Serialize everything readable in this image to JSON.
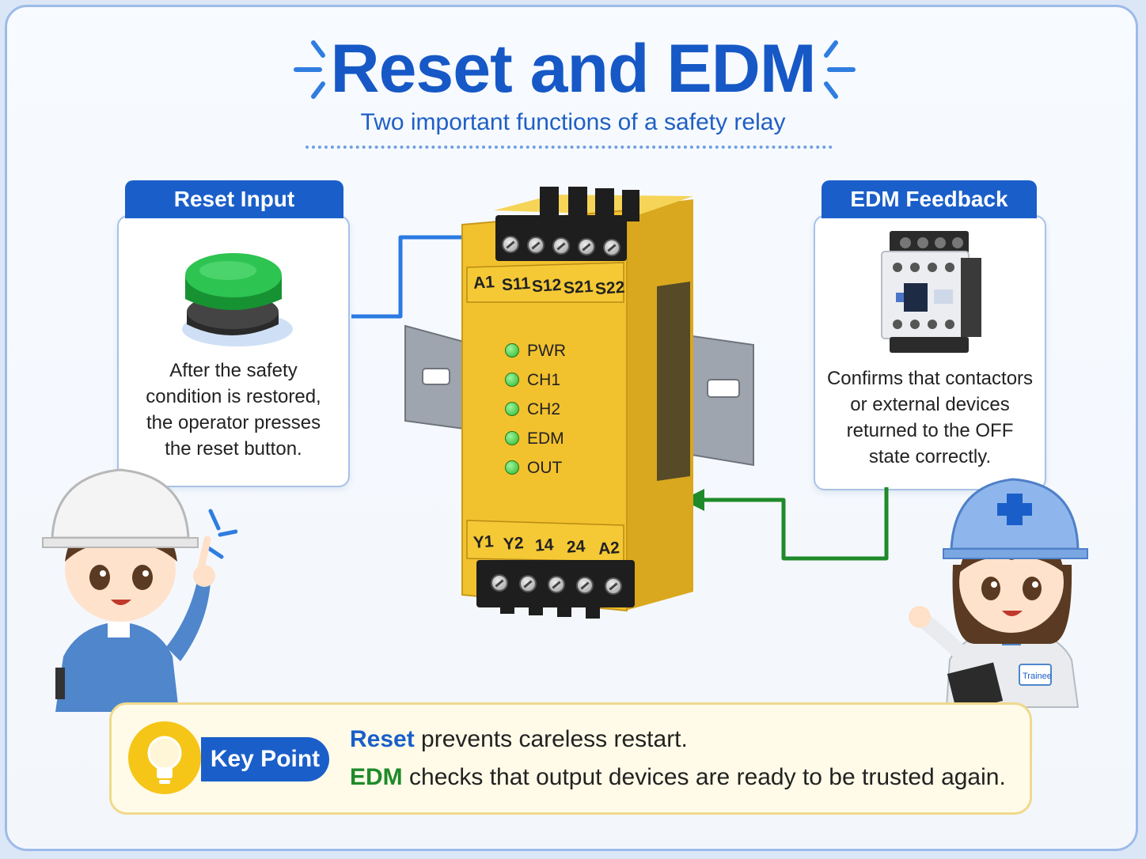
{
  "header": {
    "title": "Reset and EDM",
    "subtitle": "Two important functions of a safety relay"
  },
  "reset_card": {
    "tab": "Reset Input",
    "lines": [
      "After the safety",
      "condition is restored,",
      "the operator presses",
      "the reset button."
    ]
  },
  "edm_card": {
    "tab": "EDM Feedback",
    "lines": [
      "Confirms that contactors",
      "or external devices",
      "returned to the OFF",
      "state correctly."
    ]
  },
  "relay": {
    "top_terminals": [
      "A1",
      "S11",
      "S12",
      "S21",
      "S22"
    ],
    "bottom_terminals": [
      "Y1",
      "Y2",
      "14",
      "24",
      "A2"
    ],
    "leds": [
      "PWR",
      "CH1",
      "CH2",
      "EDM",
      "OUT"
    ]
  },
  "contactor": {
    "badge": "Trainee"
  },
  "key_point": {
    "tag": "Key Point",
    "line1_keyword": "Reset",
    "line1_rest": " prevents careless restart.",
    "line2_keyword": "EDM",
    "line2_rest": " checks that output devices are ready to be trusted again."
  },
  "colors": {
    "accent_blue": "#1a5fc9",
    "relay_yellow": "#f2c12e",
    "led_green": "#2fb52f",
    "feedback_green": "#1f8a2a",
    "button_green": "#22a844"
  }
}
